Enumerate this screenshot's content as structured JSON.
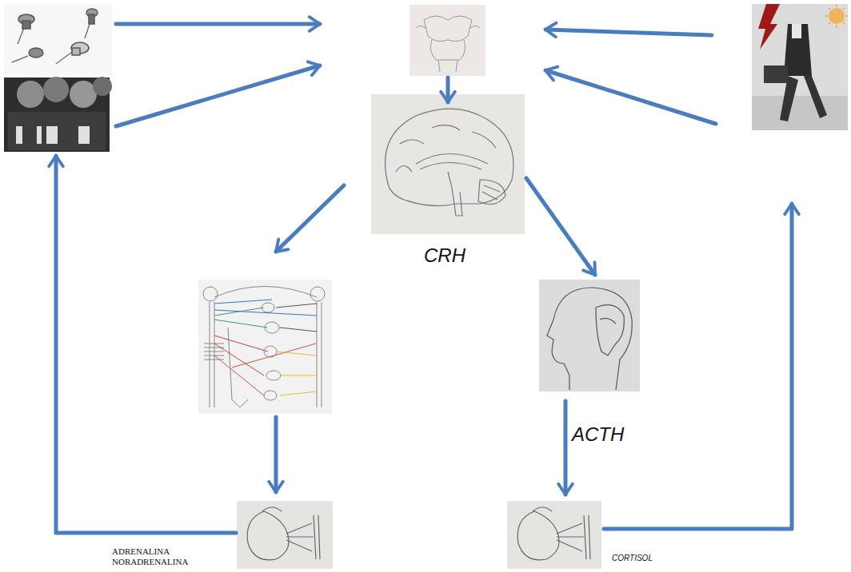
{
  "diagram": {
    "nodes": [
      {
        "text": [
          "CRH"
        ]
      },
      {
        "text": [
          "ACTH"
        ]
      },
      {
        "text": [
          "ADRENALINA NORADRENALINA"
        ]
      },
      {
        "text": [
          "CORTISOL"
        ]
      }
    ],
    "edges": [
      {
        "from": 0,
        "to": 1,
        "arrow": "to"
      },
      {
        "from": 1,
        "to": 3,
        "arrow": "to"
      }
    ]
  }
}
